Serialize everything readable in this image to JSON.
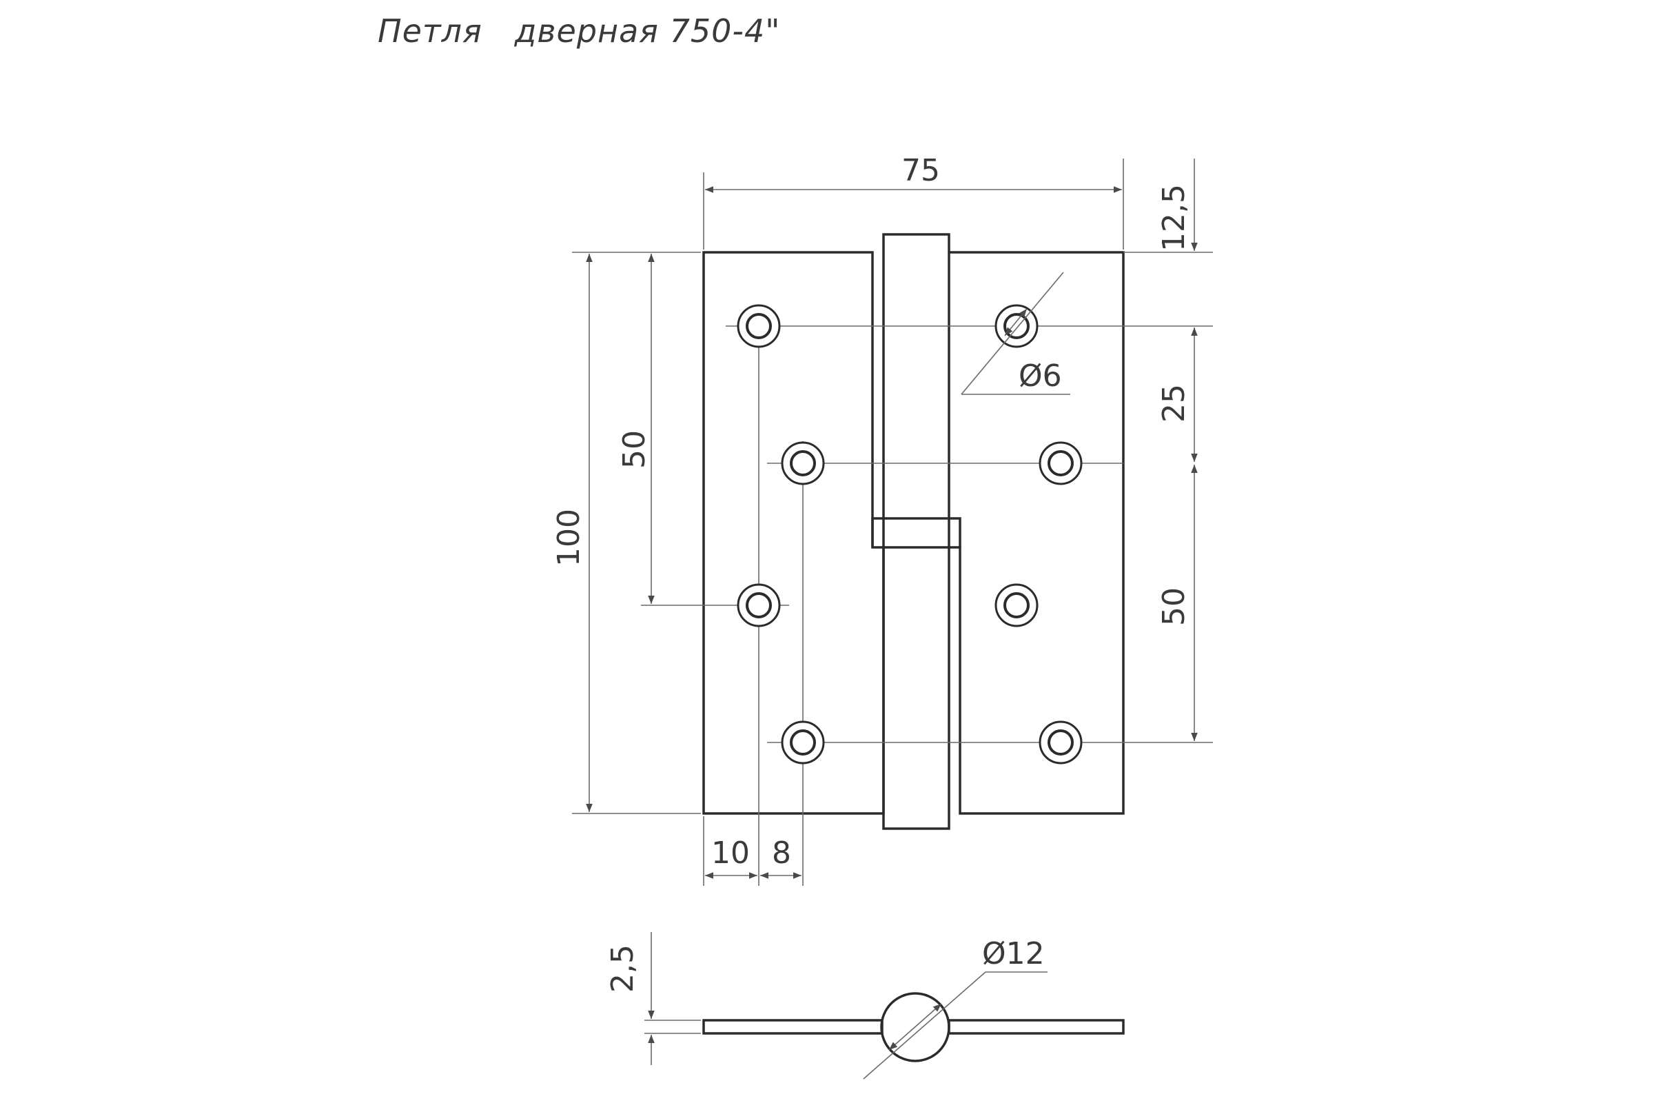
{
  "title": "Петля   дверная 750-4\"",
  "dimensions": {
    "overall_width": "75",
    "knuckle_overhang": "12,5",
    "height": "100",
    "hole_spacing_left": "50",
    "hole_diameter": "Ø6",
    "hole_spacing_right_top": "25",
    "hole_spacing_right_bottom": "50",
    "edge_offset": "10",
    "column_offset": "8",
    "plate_thickness": "2,5",
    "knuckle_diameter": "Ø12"
  },
  "colors": {
    "line": "#2b2b2b",
    "thin": "#6a6a6a",
    "text": "#3a3a3a"
  }
}
